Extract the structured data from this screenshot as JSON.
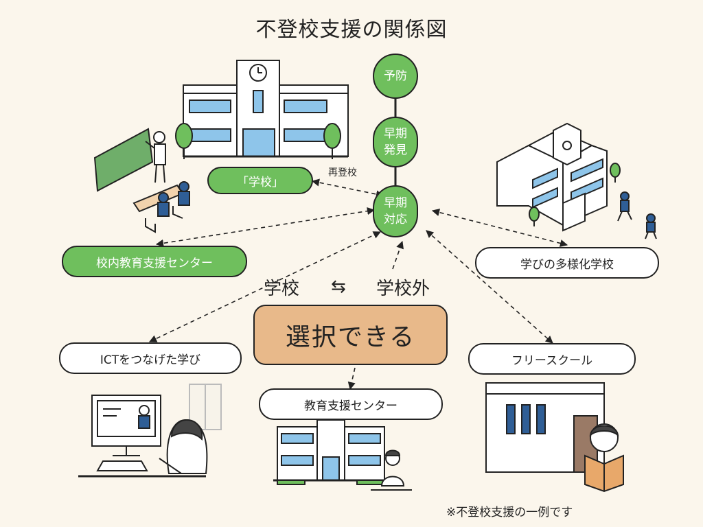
{
  "title": "不登校支援の関係図",
  "stages": {
    "prevention": "予防",
    "early_detection": "早期\n発見",
    "early_response": "早期\n対応"
  },
  "nodes": {
    "school": "「学校」",
    "in_school_center": "校内教育支援センター",
    "diverse_school": "学びの多様化学校",
    "ict_learning": "ICTをつなげた学び",
    "support_center": "教育支援センター",
    "free_school": "フリースクール"
  },
  "return_label": "再登校",
  "choice": {
    "left": "学校",
    "arrow": "⇆",
    "right": "学校外",
    "center": "選択できる"
  },
  "note": "※不登校支援の一例です",
  "colors": {
    "background": "#fbf6ec",
    "green": "#6fbf5d",
    "center_box": "#e8b98a",
    "building_blue": "#8ec5ea",
    "tree": "#6fbf5d",
    "chalkboard": "#6fae6a",
    "student_uniform": "#2f5e96"
  }
}
